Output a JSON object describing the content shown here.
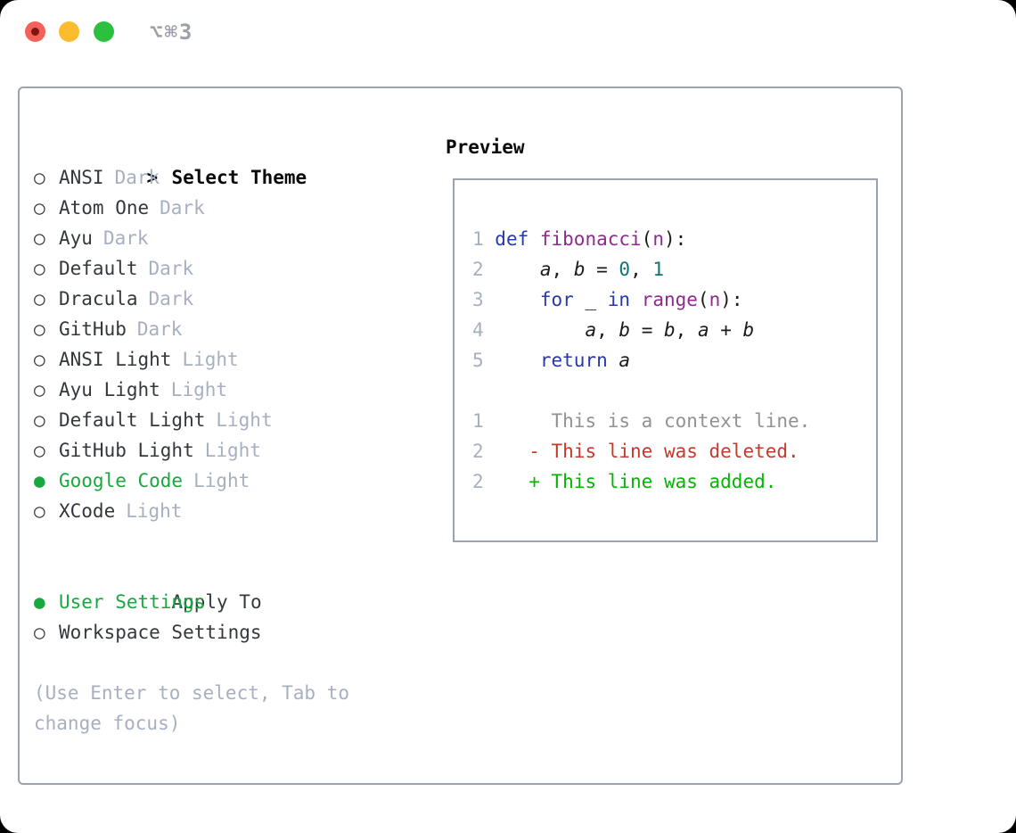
{
  "window": {
    "title": "⌥⌘3",
    "controls": [
      "close",
      "minimize",
      "zoom"
    ]
  },
  "icons": {
    "radio_unselected": "○",
    "radio_selected": "●",
    "cursor_marker": ">"
  },
  "colors": {
    "accent_green": "#18a83f",
    "muted_gray": "#a6b0c0",
    "text_dark": "#34383c",
    "border_gray": "#9aa3ae",
    "keyword_blue": "#2838ae",
    "function_purple": "#8e2b8e",
    "number_teal": "#0e7474",
    "context_gray": "#909296",
    "deleted_red": "#c43b2b",
    "added_green": "#06b406",
    "traffic_red": "#f4615b",
    "traffic_yellow": "#fbbd2e",
    "traffic_green": "#2bc13f"
  },
  "theme_selector": {
    "header": "Select Theme",
    "themes": [
      {
        "name": "ANSI",
        "variant": "Dark",
        "selected": false
      },
      {
        "name": "Atom One",
        "variant": "Dark",
        "selected": false
      },
      {
        "name": "Ayu",
        "variant": "Dark",
        "selected": false
      },
      {
        "name": "Default",
        "variant": "Dark",
        "selected": false
      },
      {
        "name": "Dracula",
        "variant": "Dark",
        "selected": false
      },
      {
        "name": "GitHub",
        "variant": "Dark",
        "selected": false
      },
      {
        "name": "ANSI Light",
        "variant": "Light",
        "selected": false
      },
      {
        "name": "Ayu Light",
        "variant": "Light",
        "selected": false
      },
      {
        "name": "Default Light",
        "variant": "Light",
        "selected": false
      },
      {
        "name": "GitHub Light",
        "variant": "Light",
        "selected": false
      },
      {
        "name": "Google Code",
        "variant": "Light",
        "selected": true
      },
      {
        "name": "XCode",
        "variant": "Light",
        "selected": false
      }
    ]
  },
  "apply_to": {
    "header": "Apply To",
    "options": [
      {
        "name": "User Settings",
        "selected": true
      },
      {
        "name": "Workspace Settings",
        "selected": false
      }
    ]
  },
  "help_lines": [
    "(Use Enter to select, Tab to",
    "change focus)"
  ],
  "preview": {
    "header": "Preview",
    "code_lines": [
      [
        {
          "t": "1 ",
          "c": "ln"
        },
        {
          "t": "def ",
          "c": "kw"
        },
        {
          "t": "fibonacci",
          "c": "fn"
        },
        {
          "t": "(",
          "c": "pl"
        },
        {
          "t": "n",
          "c": "fn"
        },
        {
          "t": "):",
          "c": "pl"
        }
      ],
      [
        {
          "t": "2 ",
          "c": "ln"
        },
        {
          "t": "    ",
          "c": "pl"
        },
        {
          "t": "a",
          "c": "var"
        },
        {
          "t": ", ",
          "c": "pl"
        },
        {
          "t": "b",
          "c": "var"
        },
        {
          "t": " = ",
          "c": "pl"
        },
        {
          "t": "0",
          "c": "num"
        },
        {
          "t": ", ",
          "c": "pl"
        },
        {
          "t": "1",
          "c": "num"
        }
      ],
      [
        {
          "t": "3 ",
          "c": "ln"
        },
        {
          "t": "    ",
          "c": "pl"
        },
        {
          "t": "for",
          "c": "kw"
        },
        {
          "t": " _ ",
          "c": "pl"
        },
        {
          "t": "in",
          "c": "kw"
        },
        {
          "t": " ",
          "c": "pl"
        },
        {
          "t": "range",
          "c": "fn"
        },
        {
          "t": "(",
          "c": "pl"
        },
        {
          "t": "n",
          "c": "fn"
        },
        {
          "t": "):",
          "c": "pl"
        }
      ],
      [
        {
          "t": "4 ",
          "c": "ln"
        },
        {
          "t": "        ",
          "c": "pl"
        },
        {
          "t": "a",
          "c": "var"
        },
        {
          "t": ", ",
          "c": "pl"
        },
        {
          "t": "b",
          "c": "var"
        },
        {
          "t": " = ",
          "c": "pl"
        },
        {
          "t": "b",
          "c": "var"
        },
        {
          "t": ", ",
          "c": "pl"
        },
        {
          "t": "a",
          "c": "var"
        },
        {
          "t": " + ",
          "c": "pl"
        },
        {
          "t": "b",
          "c": "var"
        }
      ],
      [
        {
          "t": "5 ",
          "c": "ln"
        },
        {
          "t": "    ",
          "c": "pl"
        },
        {
          "t": "return",
          "c": "kw"
        },
        {
          "t": " ",
          "c": "pl"
        },
        {
          "t": "a",
          "c": "var"
        }
      ]
    ],
    "diff_lines": [
      [
        {
          "t": "1",
          "c": "ln"
        },
        {
          "t": "      This is a context line.",
          "c": "ctx"
        }
      ],
      [
        {
          "t": "2",
          "c": "ln"
        },
        {
          "t": "    ",
          "c": "pl"
        },
        {
          "t": "- This line was deleted.",
          "c": "del"
        }
      ],
      [
        {
          "t": "2",
          "c": "ln"
        },
        {
          "t": "    ",
          "c": "pl"
        },
        {
          "t": "+ This line was added.",
          "c": "add"
        }
      ]
    ]
  }
}
